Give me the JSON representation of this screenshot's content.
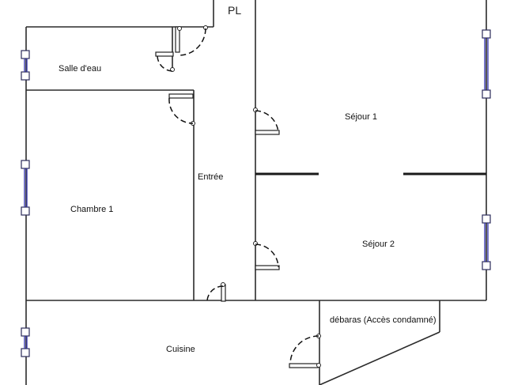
{
  "rooms": {
    "salle_deau": "Salle d'eau",
    "chambre_1": "Chambre 1",
    "entree": "Entrée",
    "sejour_1": "Séjour 1",
    "sejour_2": "Séjour 2",
    "cuisine": "Cuisine",
    "debaras": "débaras (Accès condamné)",
    "pl": "PL"
  }
}
